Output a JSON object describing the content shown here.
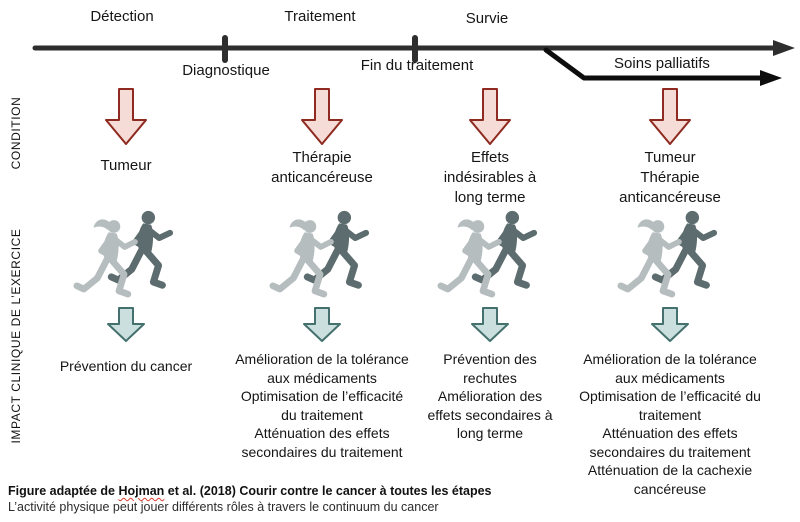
{
  "colors": {
    "timeline_color": "#2e2e2e",
    "condition_arrow_fill": "#f6dcd7",
    "condition_arrow_border": "#8e2a20",
    "impact_arrow_fill": "#cbdfde",
    "impact_arrow_border": "#44706e",
    "runner_front": "#b6bdbe",
    "runner_back": "#5d6c6e"
  },
  "timeline": {
    "phases": [
      "Détection",
      "Traitement",
      "Survie"
    ],
    "milestones": [
      "Diagnostique",
      "Fin du traitement"
    ],
    "branch_label": "Soins palliatifs"
  },
  "row_labels": {
    "condition": "CONDITION",
    "impact": "IMPACT CLINIQUE DE L’EXERCICE"
  },
  "columns": [
    {
      "condition_lines": [
        "Tumeur"
      ],
      "impact_lines": [
        "Prévention du cancer"
      ]
    },
    {
      "condition_lines": [
        "Thérapie",
        "anticancéreuse"
      ],
      "impact_lines": [
        "Amélioration de la tolérance",
        "aux médicaments",
        "Optimisation de l’efficacité",
        "du traitement",
        "Atténuation des effets",
        "secondaires du traitement"
      ]
    },
    {
      "condition_lines": [
        "Effets",
        "indésirables à",
        "long terme"
      ],
      "impact_lines": [
        "Prévention des",
        "rechutes",
        "Amélioration des",
        "effets secondaires à",
        "long terme"
      ]
    },
    {
      "condition_lines": [
        "Tumeur",
        "Thérapie",
        "anticancéreuse"
      ],
      "impact_lines": [
        "Amélioration de la tolérance",
        "aux médicaments",
        "Optimisation de l’efficacité du",
        "traitement",
        "Atténuation des effets",
        "secondaires du traitement",
        "Atténuation de la cachexie",
        "cancéreuse"
      ]
    }
  ],
  "footer": {
    "line1_prefix": "Figure adaptée de ",
    "line1_word": "Hojman",
    "line1_suffix": " et al. (2018) Courir contre le cancer à toutes les étapes",
    "line2": "L’activité physique peut jouer différents rôles à travers le continuum du cancer"
  }
}
